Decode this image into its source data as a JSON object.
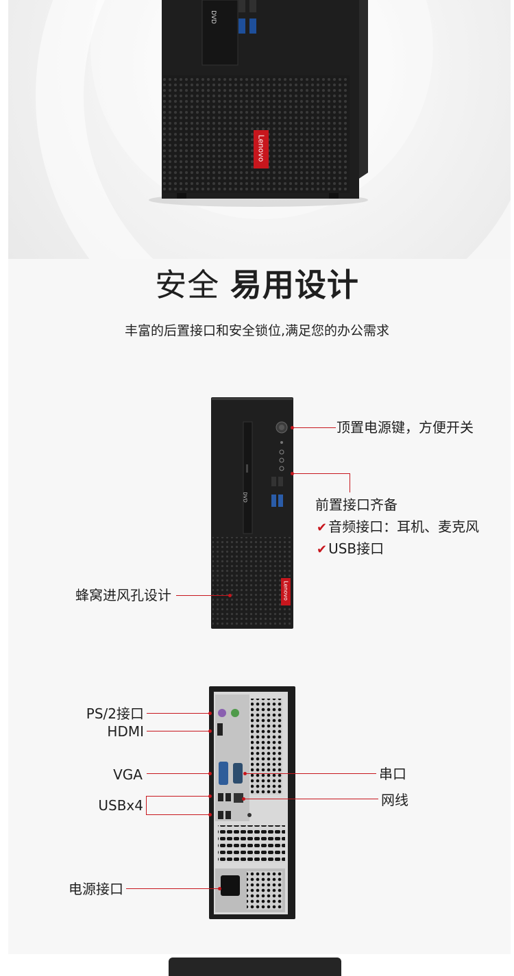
{
  "hero": {
    "drive_label": "DVD",
    "brand": "Lenovo"
  },
  "section": {
    "title_light": "安全",
    "title_bold": "易用设计",
    "subtitle": "丰富的后置接口和安全锁位,满足您的办公需求"
  },
  "front_view": {
    "drive_label": "DVD",
    "brand": "Lenovo",
    "power_label": "顶置电源键，方便开关",
    "ports_label": "前置接口齐备",
    "features": [
      "音频接口：耳机、麦克风",
      "USB接口"
    ],
    "vent_label": "蜂窝进风孔设计"
  },
  "rear_view": {
    "labels_left": [
      "PS/2接口",
      "HDMI",
      "VGA",
      "USBx4",
      "电源接口"
    ],
    "labels_right": [
      "串口",
      "网线"
    ]
  },
  "colors": {
    "accent": "#c7161d",
    "tower": "#1e1e1e",
    "panel": "#f7f7f7"
  }
}
